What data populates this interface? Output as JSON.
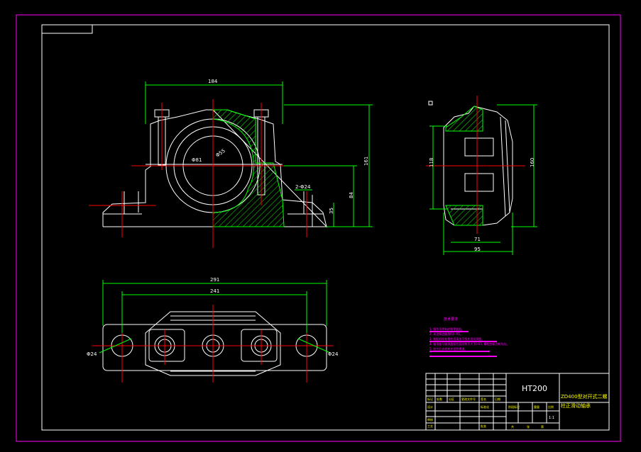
{
  "drawing": {
    "front_view": {
      "dim_width_top": "184",
      "dim_height_right": "161",
      "dim_center_height": "84",
      "dim_base_height": "35",
      "dim_holes": "2-Φ24",
      "dim_bore": "Φ81",
      "dim_inner": "Φ55"
    },
    "side_view": {
      "dim_height_left": "118",
      "dim_height_right": "160",
      "dim_width_inner": "71",
      "dim_width_outer": "95"
    },
    "top_view": {
      "dim_overall": "291",
      "dim_bolt_spacing": "241",
      "dim_hole_left": "Φ24",
      "dim_hole_right": "Φ24"
    },
    "tech_req": {
      "title": "技术要求",
      "lines": [
        "1. 铸件不得有砂眼等缺陷。",
        "2. 未注铸造圆角R3~R5。",
        "3. 装配前所有零件须清洗干净并涂润滑脂。",
        "4. 轴承座与轴承盖接合面间隙不大于0.05, 螺栓拧紧力矩均匀。",
        "5. 加工后去毛刺并涂防锈漆。"
      ]
    },
    "title_block": {
      "material": "HT200",
      "part_name_line1": "ZD400型对开式二螺",
      "part_name_line2": "柱正滑动轴承",
      "scale": "1:1",
      "cells": {
        "biaoji": "标记",
        "chushu": "处数",
        "fenqu": "分区",
        "gengai": "更改文件号",
        "qianming": "签名",
        "riqi": "日期",
        "sheji": "设计",
        "biaozhunhua": "标准化",
        "shenhe": "审核",
        "gongyi": "工艺",
        "pizhun": "批准",
        "jieduan": "阶段标记",
        "zhongliang": "重量",
        "bili": "比例",
        "gong": "共",
        "zhang": "张",
        "di": "第"
      }
    },
    "colors": {
      "geometry": "#ffffff",
      "dimension": "#00ff00",
      "centerline": "#ff0000",
      "text": "#ff00ff",
      "frame_outer": "#ff00ff",
      "title_text": "#ffff00"
    }
  }
}
